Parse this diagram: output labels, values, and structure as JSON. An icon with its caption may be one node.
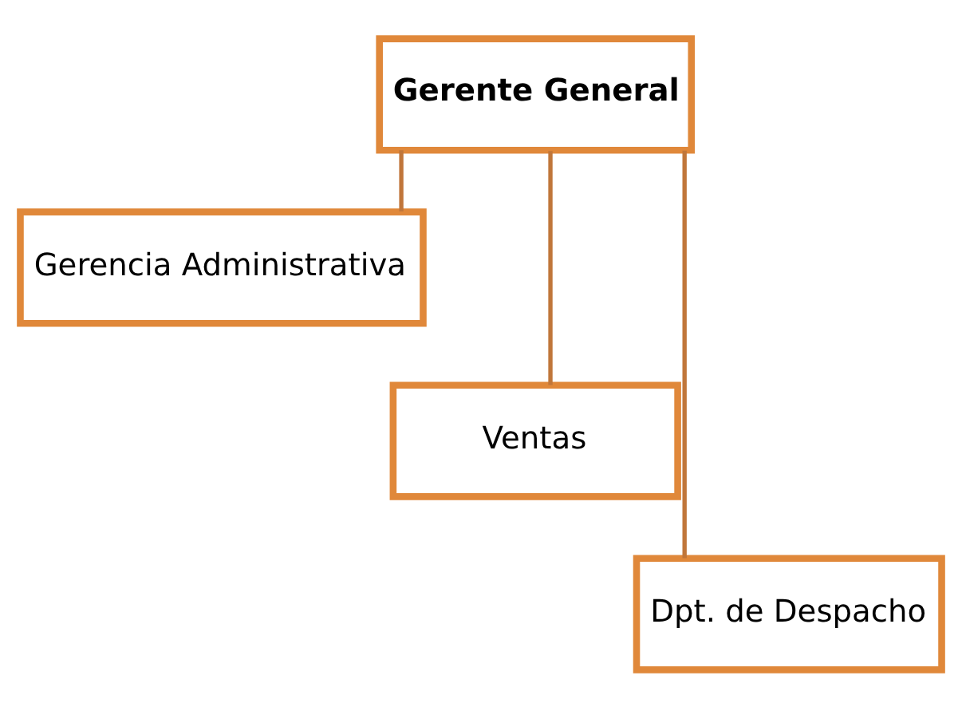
{
  "diagram": {
    "nodes": [
      {
        "text": [
          "Gerente General"
        ]
      },
      {
        "text": [
          "Gerencia Administrativa"
        ]
      },
      {
        "text": [
          "Ventas"
        ]
      },
      {
        "text": [
          "Dpt. de Despacho"
        ]
      }
    ],
    "edges": [
      {
        "from": 0,
        "to": 1,
        "arrow": "none"
      },
      {
        "from": 0,
        "to": 2,
        "arrow": "none"
      },
      {
        "from": 0,
        "to": 3,
        "arrow": "none"
      }
    ]
  }
}
